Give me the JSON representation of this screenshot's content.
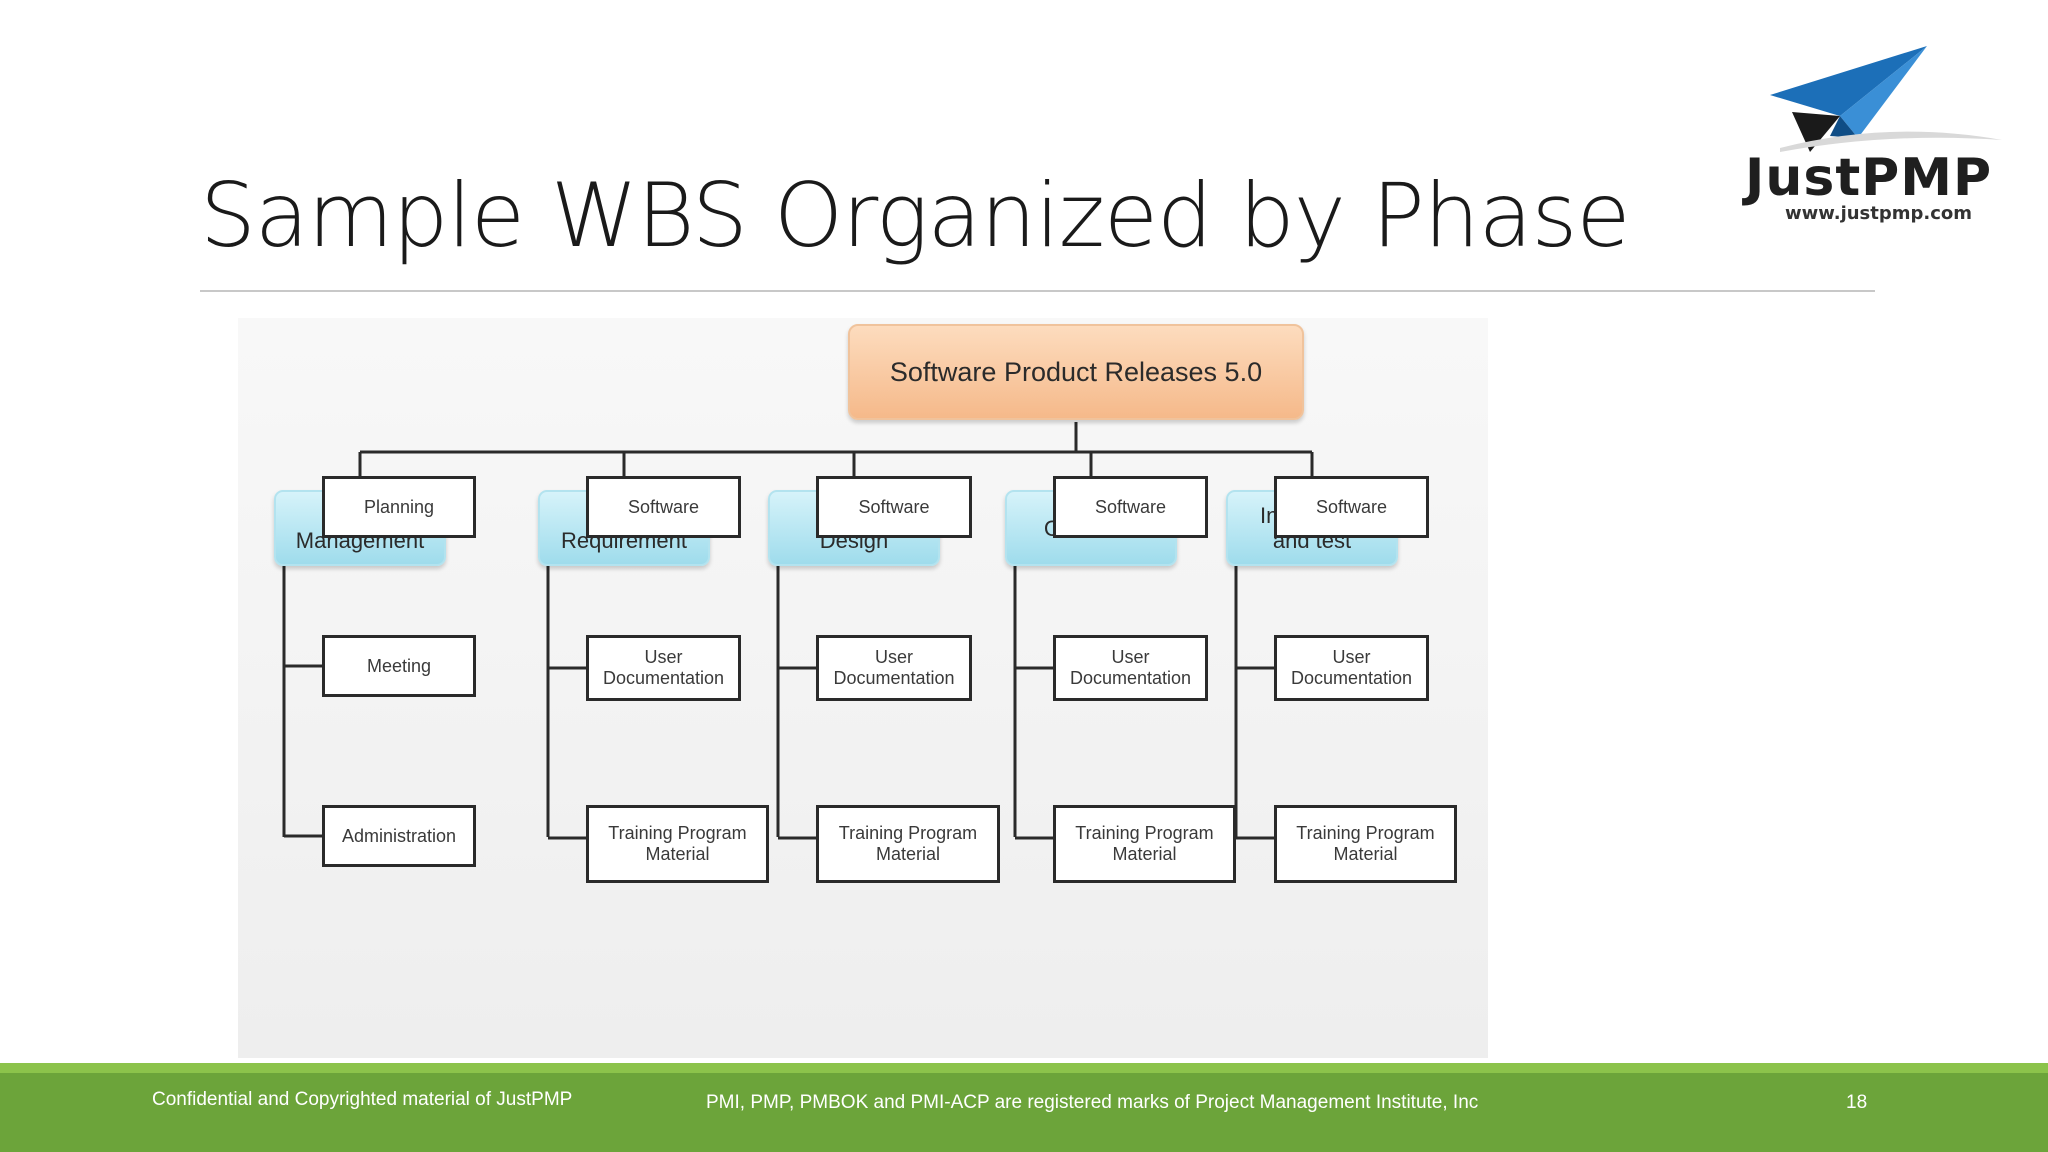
{
  "slide": {
    "title": "Sample WBS Organized by Phase",
    "page_number": "18"
  },
  "logo": {
    "name": "JustPMP",
    "url": "www.justpmp.com"
  },
  "wbs": {
    "root": "Software Product Releases 5.0",
    "phases": [
      {
        "name": "Project\nManagement",
        "children": [
          "Planning",
          "Meeting",
          "Administration"
        ]
      },
      {
        "name": "Project\nRequirement",
        "children": [
          "Software",
          "User\nDocumentation",
          "Training Program\nMaterial"
        ]
      },
      {
        "name": "Detail\nDesign",
        "children": [
          "Software",
          "User\nDocumentation",
          "Training Program\nMaterial"
        ]
      },
      {
        "name": "Construct",
        "children": [
          "Software",
          "User\nDocumentation",
          "Training Program\nMaterial"
        ]
      },
      {
        "name": "Integration\nand test",
        "children": [
          "Software",
          "User\nDocumentation",
          "Training Program\nMaterial"
        ]
      }
    ]
  },
  "footer": {
    "left": "Confidential and Copyrighted material of JustPMP",
    "center": "PMI, PMP, PMBOK and PMI-ACP are registered marks of Project Management Institute, Inc"
  },
  "colors": {
    "footer_bar": "#6ca43a",
    "footer_strip": "#8cc34b",
    "root_fill": "#f5b98a",
    "phase_fill": "#9fdcec",
    "logo_blue": "#1c6fb8"
  }
}
